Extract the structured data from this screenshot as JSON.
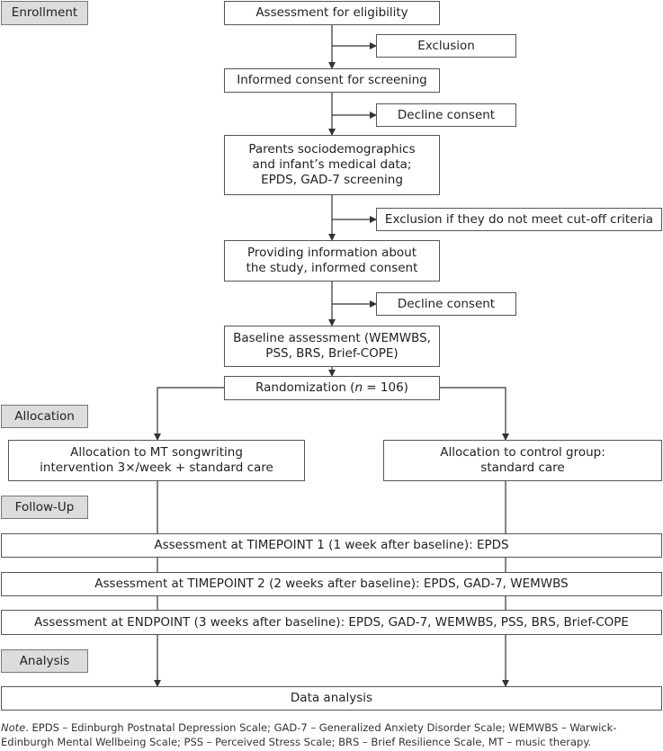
{
  "stages": {
    "enrollment": "Enrollment",
    "allocation": "Allocation",
    "followup": "Follow-Up",
    "analysis": "Analysis"
  },
  "boxes": {
    "eligibility": "Assessment for eligibility",
    "exclusion": "Exclusion",
    "consent_screening": "Informed consent for screening",
    "decline1": "Decline consent",
    "socio": [
      "Parents sociodemographics",
      "and infant’s medical data;",
      "EPDS, GAD-7 screening"
    ],
    "exclusion_cutoff": "Exclusion if they do not meet cut-off criteria",
    "info": [
      "Providing information about",
      "the study, informed consent"
    ],
    "decline2": "Decline consent",
    "baseline": [
      "Baseline assessment (WEMWBS,",
      "PSS, BRS, Brief-COPE)"
    ],
    "random_pre": "Randomization (",
    "random_n": "n",
    "random_post": " = 106)",
    "alloc_mt": [
      "Allocation to MT songwriting",
      "intervention 3×/week + standard care"
    ],
    "alloc_control": [
      "Allocation to control group:",
      "standard care"
    ],
    "tp1": "Assessment at TIMEPOINT 1 (1 week after baseline): EPDS",
    "tp2": "Assessment at TIMEPOINT 2 (2 weeks after baseline): EPDS, GAD-7, WEMWBS",
    "endpoint": "Assessment at ENDPOINT (3 weeks after baseline): EPDS, GAD-7, WEMWBS, PSS, BRS, Brief-COPE",
    "data_analysis": "Data analysis"
  },
  "note": {
    "label": "Note",
    "text": ". EPDS – Edinburgh Postnatal Depression Scale; GAD-7 – Generalized Anxiety Disorder Scale; WEMWBS – Warwick-Edinburgh Mental Wellbeing Scale; PSS – Perceived Stress Scale; BRS – Brief Resilience Scale, MT – music therapy."
  },
  "colors": {
    "stage_fill": "#dcdcdc",
    "border": "#555555"
  }
}
